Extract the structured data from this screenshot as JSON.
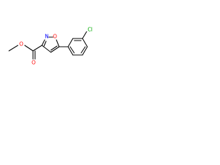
{
  "molecule": {
    "atoms": {
      "isoxazole_oxygen": "O",
      "isoxazole_nitrogen": "N",
      "carbonyl_oxygen": "O",
      "ester_oxygen": "O",
      "chlorine": "Cl"
    },
    "colors": {
      "oxygen": "#ff0000",
      "nitrogen": "#0000ff",
      "chlorine": "#00aa00",
      "bond": "#000000"
    }
  }
}
